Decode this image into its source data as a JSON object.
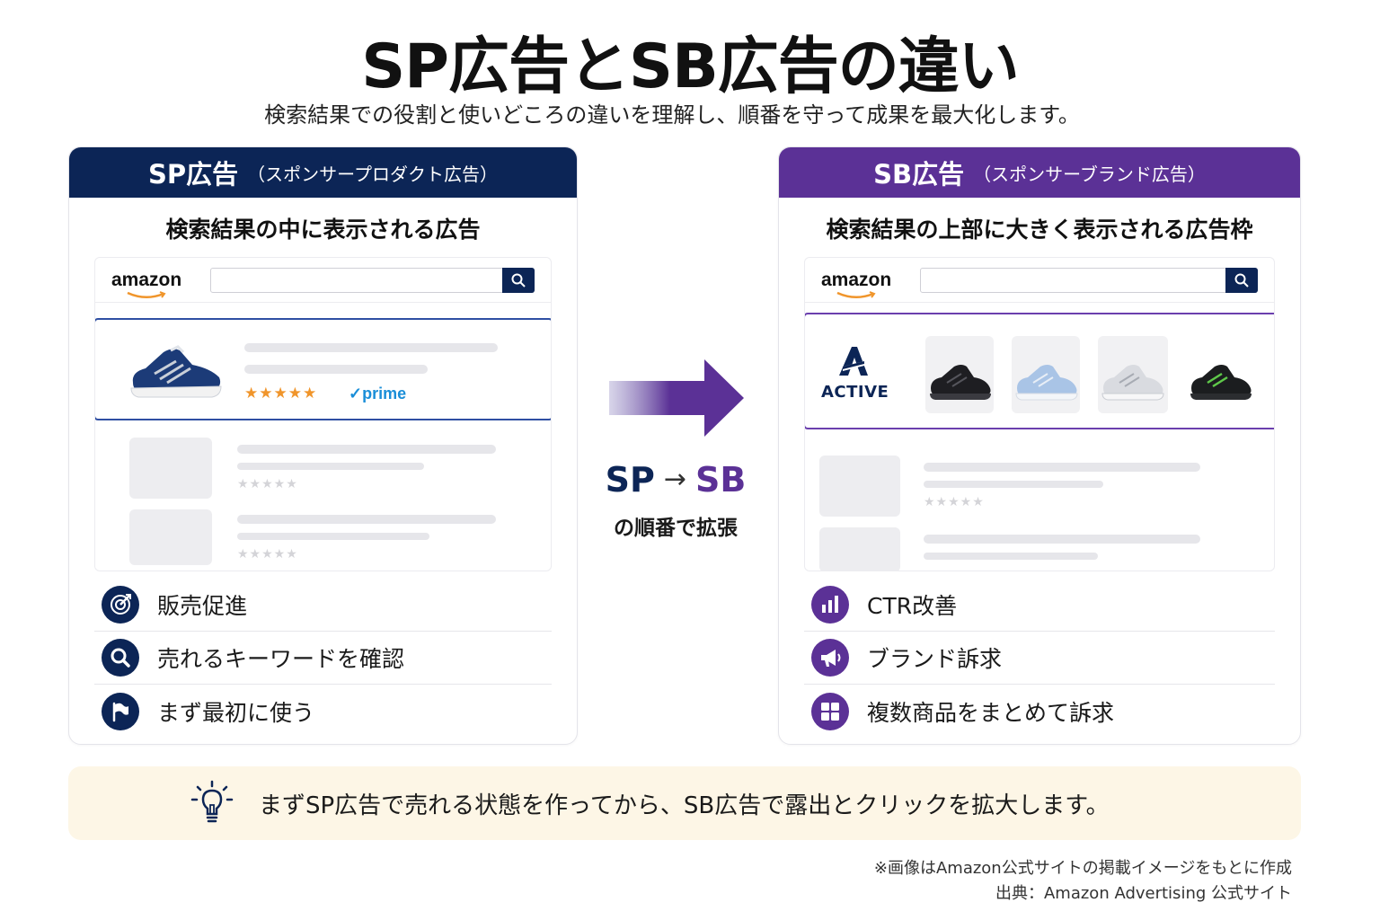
{
  "header": {
    "title": "SP広告とSB広告の違い",
    "subtitle": "検索結果での役割と使いどころの違いを理解し、順番を守って成果を最大化します。"
  },
  "sp": {
    "title": "SP広告",
    "title_sub": "（スポンサープロダクト広告）",
    "description": "検索結果の中に表示される広告",
    "logo": "amazon",
    "stars": "★★★★★",
    "prime": "✓prime",
    "features": [
      {
        "label": "販売促進",
        "icon": "target-icon"
      },
      {
        "label": "売れるキーワードを確認",
        "icon": "search-icon"
      },
      {
        "label": "まず最初に使う",
        "icon": "flag-icon"
      }
    ],
    "color": "#0c2556"
  },
  "sb": {
    "title": "SB広告",
    "title_sub": "（スポンサーブランド広告）",
    "description": "検索結果の上部に大きく表示される広告枠",
    "logo": "amazon",
    "brand": "ACTIVE",
    "features": [
      {
        "label": "CTR改善",
        "icon": "bar-chart-icon"
      },
      {
        "label": "ブランド訴求",
        "icon": "megaphone-icon"
      },
      {
        "label": "複数商品をまとめて訴求",
        "icon": "grid-icon"
      }
    ],
    "color": "#5b3196"
  },
  "flow": {
    "from": "SP",
    "arrow": "→",
    "to": "SB",
    "caption": "の順番で拡張"
  },
  "tip": {
    "text": "まずSP広告で売れる状態を作ってから、SB広告で露出とクリックを拡大します。",
    "icon": "lightbulb-icon"
  },
  "notes": {
    "line1": "※画像はAmazon公式サイトの掲載イメージをもとに作成",
    "line2": "出典：Amazon Advertising 公式サイト"
  }
}
